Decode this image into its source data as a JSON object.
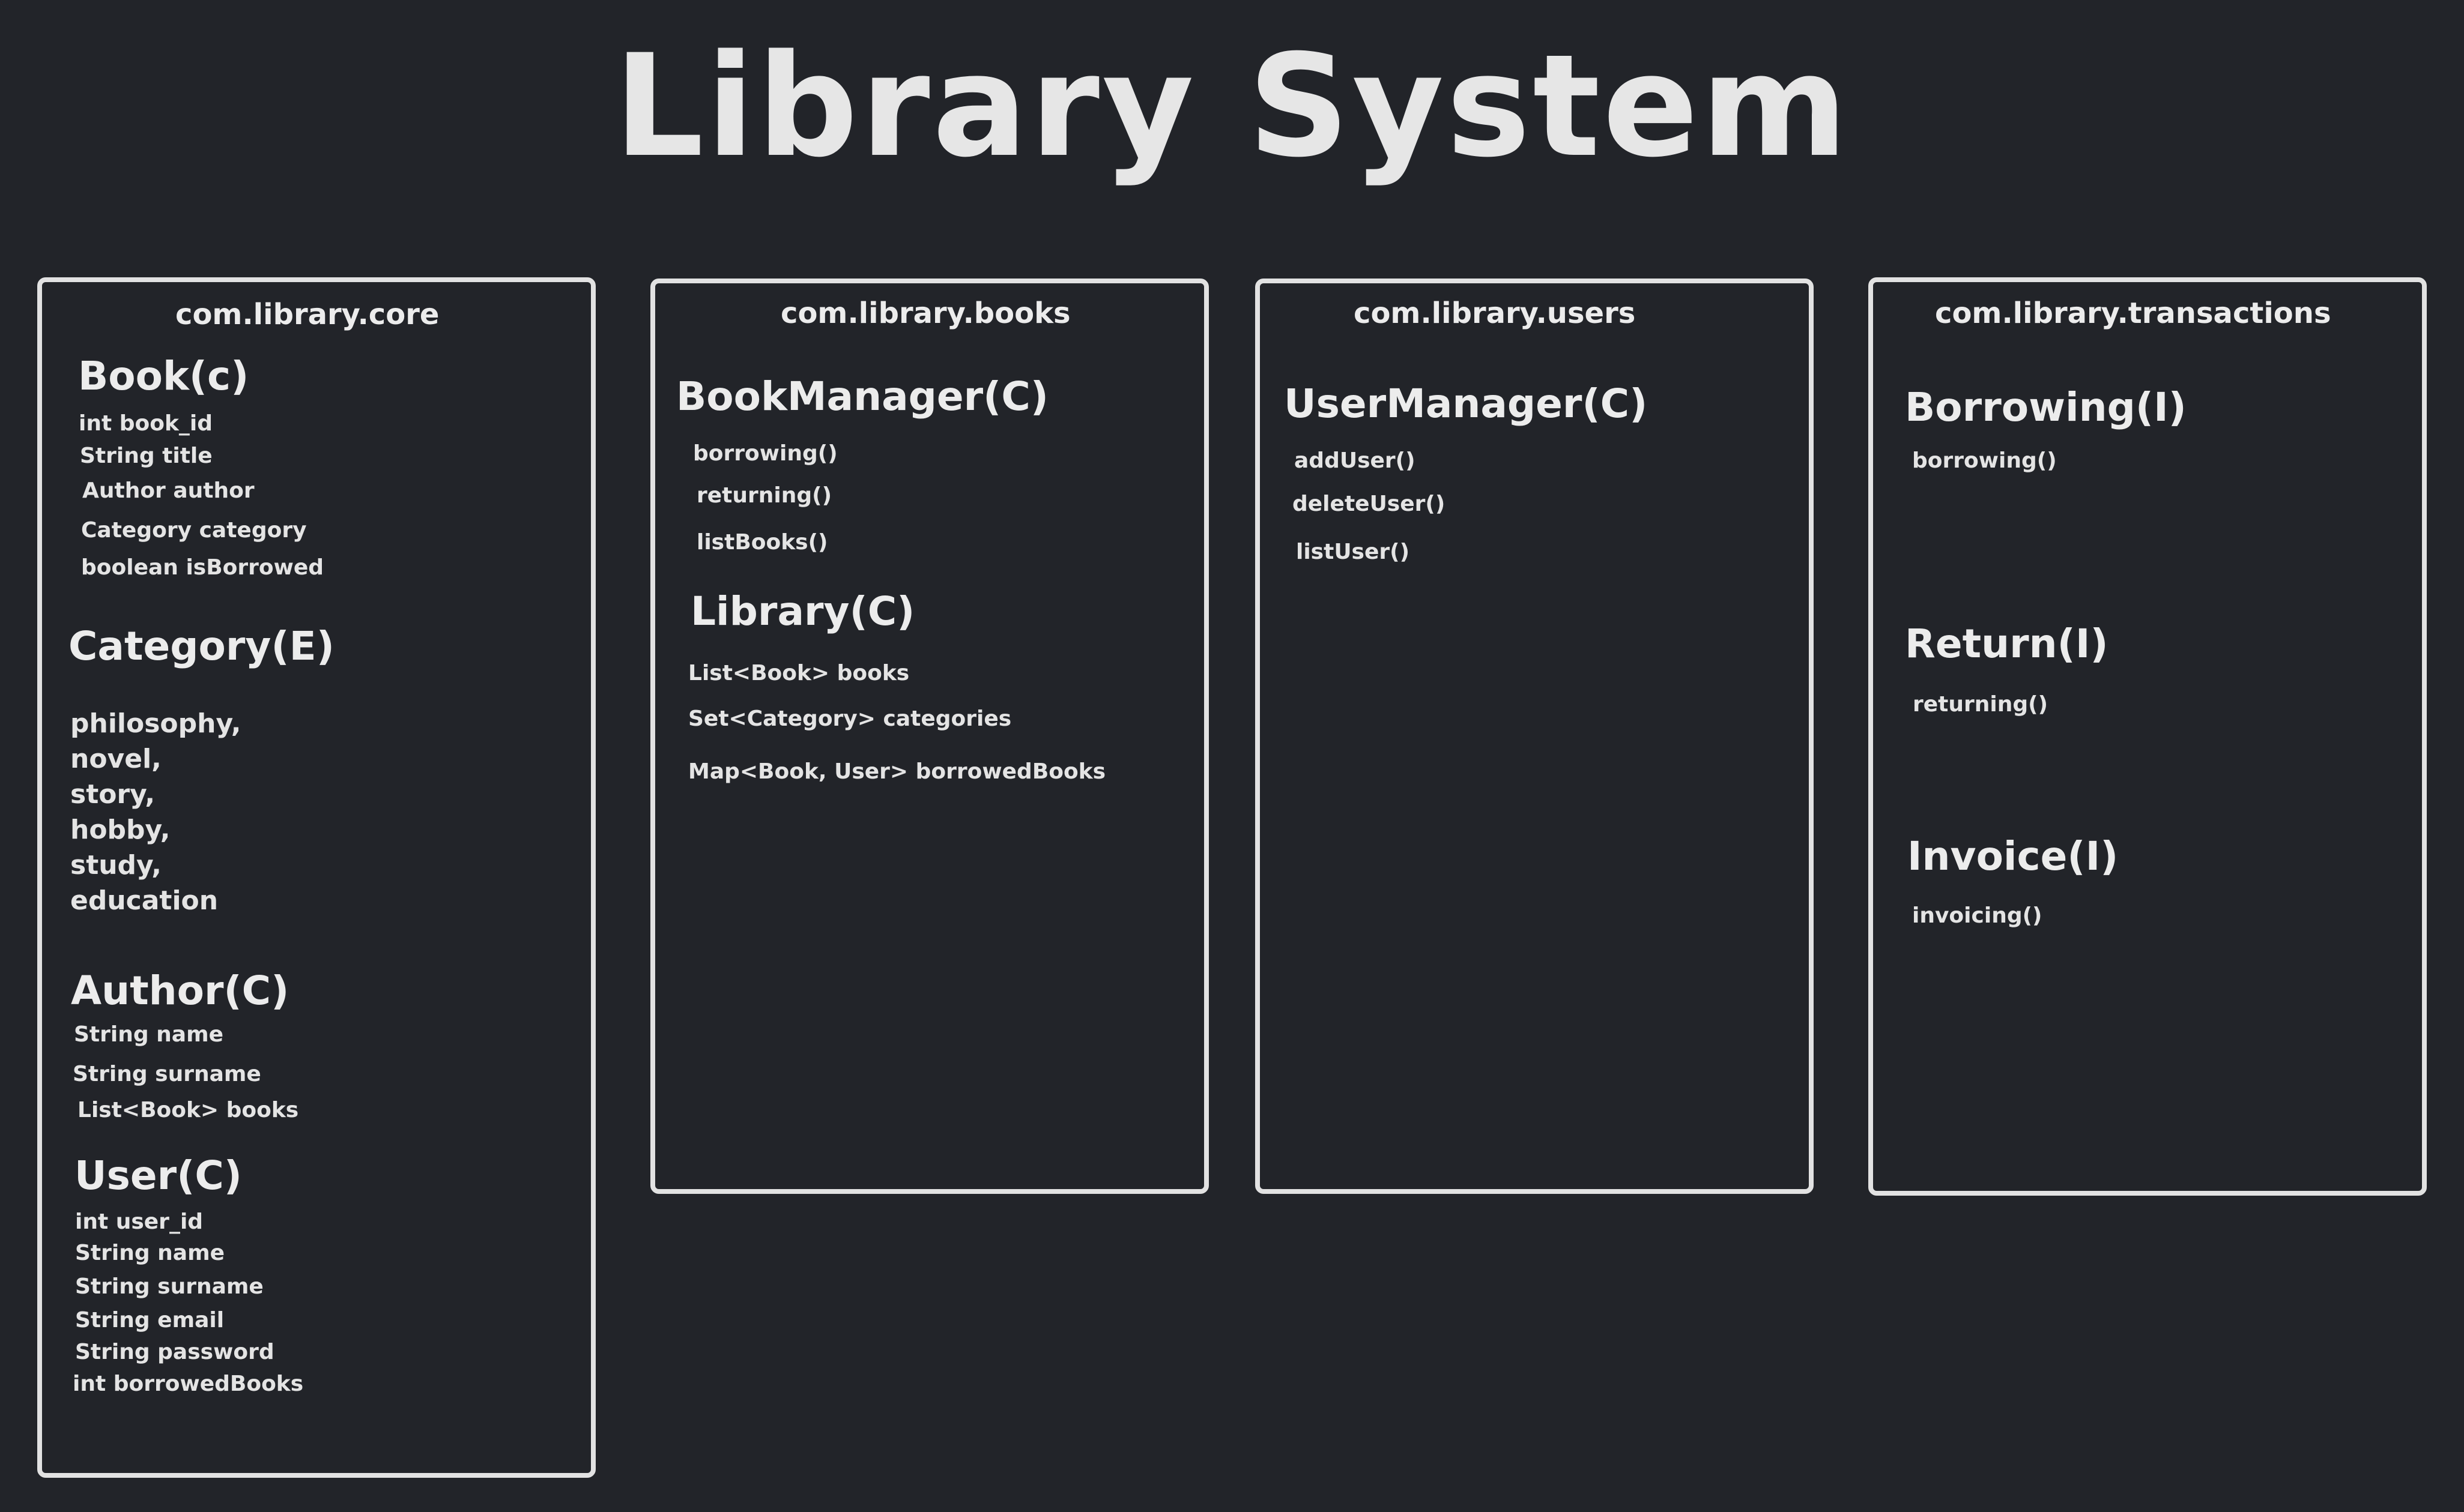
{
  "diagram": {
    "title": "Library System",
    "packages": [
      {
        "name": "com.library.core",
        "classes": [
          {
            "title": "Book(c)",
            "members": [
              "int book_id",
              "String title",
              "Author author",
              "Category category",
              "boolean isBorrowed"
            ]
          },
          {
            "title": "Category(E)",
            "members": [
              "philosophy,",
              "novel,",
              "story,",
              "hobby,",
              "study,",
              "education"
            ]
          },
          {
            "title": "Author(C)",
            "members": [
              "String name",
              "String surname",
              "List<Book> books"
            ]
          },
          {
            "title": "User(C)",
            "members": [
              "int user_id",
              "String name",
              "String surname",
              "String email",
              "String password",
              "int borrowedBooks"
            ]
          }
        ]
      },
      {
        "name": "com.library.books",
        "classes": [
          {
            "title": "BookManager(C)",
            "members": [
              "borrowing()",
              "returning()",
              "listBooks()"
            ]
          },
          {
            "title": "Library(C)",
            "members": [
              "List<Book> books",
              "Set<Category> categories",
              "Map<Book, User> borrowedBooks"
            ]
          }
        ]
      },
      {
        "name": "com.library.users",
        "classes": [
          {
            "title": "UserManager(C)",
            "members": [
              "addUser()",
              "deleteUser()",
              "listUser()"
            ]
          }
        ]
      },
      {
        "name": "com.library.transactions",
        "classes": [
          {
            "title": "Borrowing(I)",
            "members": [
              "borrowing()"
            ]
          },
          {
            "title": "Return(I)",
            "members": [
              "returning()"
            ]
          },
          {
            "title": "Invoice(I)",
            "members": [
              "invoicing()"
            ]
          }
        ]
      }
    ]
  }
}
